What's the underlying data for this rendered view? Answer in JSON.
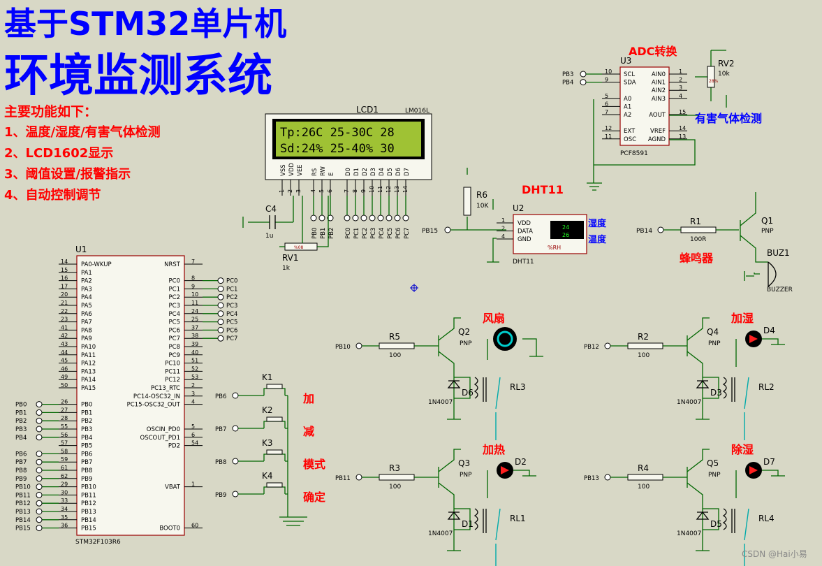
{
  "title": {
    "line1": "基于STM32单片机",
    "line2": "环境监测系统"
  },
  "features": {
    "heading": "主要功能如下：",
    "items": [
      "1、温度/湿度/有害气体检测",
      "2、LCD1602显示",
      "3、阈值设置/报警指示",
      "4、自动控制调节"
    ]
  },
  "lcd": {
    "ref": "LCD1",
    "model": "LM016L",
    "row1": "Tp:26C 25-30C 28",
    "row2": "Sd:24% 25-40% 30",
    "pins": [
      "VSS",
      "VDD",
      "VEE",
      "RS",
      "RW",
      "E",
      "D0",
      "D1",
      "D2",
      "D3",
      "D4",
      "D5",
      "D6",
      "D7"
    ],
    "pin_nums": [
      "1",
      "2",
      "3",
      "4",
      "5",
      "6",
      "7",
      "8",
      "9",
      "10",
      "11",
      "12",
      "13",
      "14"
    ],
    "bus_labels": [
      "PB0",
      "PB1",
      "PB2",
      "PC0",
      "PC1",
      "PC2",
      "PC3",
      "PC4",
      "PC5",
      "PC6",
      "PC7"
    ]
  },
  "c4": {
    "ref": "C4",
    "value": "1u"
  },
  "rv1": {
    "ref": "RV1",
    "value": "1k",
    "pct": "%08"
  },
  "mcu": {
    "ref": "U1",
    "model": "STM32F103R6",
    "left_pins": [
      "PA0-WKUP",
      "PA1",
      "PA2",
      "PA3",
      "PA4",
      "PA5",
      "PA6",
      "PA7",
      "PA8",
      "PA9",
      "PA10",
      "PA11",
      "PA12",
      "PA13",
      "PA14",
      "PA15",
      "",
      "PB0",
      "PB1",
      "PB2",
      "PB3",
      "PB4",
      "PB5",
      "PB6",
      "PB7",
      "PB8",
      "PB9",
      "PB10",
      "PB11",
      "PB12",
      "PB13",
      "PB14",
      "PB15"
    ],
    "left_nums": [
      "14",
      "15",
      "16",
      "17",
      "20",
      "21",
      "22",
      "23",
      "41",
      "42",
      "43",
      "44",
      "45",
      "46",
      "49",
      "50",
      "",
      "26",
      "27",
      "28",
      "55",
      "56",
      "57",
      "58",
      "59",
      "61",
      "62",
      "29",
      "30",
      "33",
      "34",
      "35",
      "36"
    ],
    "right_pins": [
      "NRST",
      "",
      "PC0",
      "PC1",
      "PC2",
      "PC3",
      "PC4",
      "PC5",
      "PC6",
      "PC7",
      "PC8",
      "PC9",
      "PC10",
      "PC11",
      "PC12",
      "PC13_RTC",
      "PC14-OSC32_IN",
      "PC15-OSC32_OUT",
      "",
      "",
      "OSCIN_PD0",
      "OSCOUT_PD1",
      "PD2",
      "",
      "",
      "",
      "",
      "VBAT",
      "",
      "",
      "",
      "",
      "BOOT0"
    ],
    "right_nums": [
      "7",
      "",
      "8",
      "9",
      "10",
      "11",
      "24",
      "25",
      "37",
      "38",
      "39",
      "40",
      "51",
      "52",
      "53",
      "2",
      "3",
      "4",
      "",
      "",
      "5",
      "6",
      "54",
      "",
      "",
      "",
      "",
      "1",
      "",
      "",
      "",
      "",
      "60"
    ],
    "pc_labels": [
      "PC0",
      "PC1",
      "PC2",
      "PC3",
      "PC4",
      "PC5",
      "PC6",
      "PC7"
    ],
    "pb_labels": [
      "PB0",
      "PB1",
      "PB2",
      "PB3",
      "PB4",
      "",
      "PB6",
      "PB7",
      "PB8",
      "PB9",
      "PB10",
      "PB11",
      "PB12",
      "PB13",
      "PB14",
      "PB15"
    ]
  },
  "keys": [
    {
      "ref": "K1",
      "net": "PB6",
      "func": "加"
    },
    {
      "ref": "K2",
      "net": "PB7",
      "func": "减"
    },
    {
      "ref": "K3",
      "net": "PB8",
      "func": "模式"
    },
    {
      "ref": "K4",
      "net": "PB9",
      "func": "确定"
    }
  ],
  "adc": {
    "heading": "ADC转换",
    "ref": "U3",
    "model": "PCF8591",
    "left_pins": [
      "SCL",
      "SDA",
      "",
      "A0",
      "A1",
      "A2",
      "",
      "EXT",
      "OSC"
    ],
    "left_nums": [
      "10",
      "9",
      "",
      "5",
      "6",
      "7",
      "",
      "12",
      "11"
    ],
    "right_pins": [
      "AIN0",
      "AIN1",
      "AIN2",
      "AIN3",
      "",
      "AOUT",
      "",
      "VREF",
      "AGND"
    ],
    "right_nums": [
      "1",
      "2",
      "3",
      "4",
      "",
      "15",
      "",
      "14",
      "13"
    ],
    "nets": [
      "PB3",
      "PB4"
    ],
    "label": "有害气体检测"
  },
  "rv2": {
    "ref": "RV2",
    "value": "10k",
    "pct": "28%"
  },
  "dht": {
    "heading": "DHT11",
    "ref": "U2",
    "model": "DHT11",
    "pins": [
      "VDD",
      "DATA",
      "GND"
    ],
    "pin_nums": [
      "1",
      "2",
      "4"
    ],
    "temp": "24",
    "hum": "26",
    "unit": "%RH",
    "net": "PB15",
    "r_ref": "R6",
    "r_value": "10K",
    "label_temp": "湿度",
    "label_hum": "温度"
  },
  "buzzer": {
    "net": "PB14",
    "r_ref": "R1",
    "r_value": "100R",
    "q_ref": "Q1",
    "q_type": "PNP",
    "ref": "BUZ1",
    "model": "BUZZER",
    "label": "蜂鸣器"
  },
  "channels": [
    {
      "net": "PB10",
      "r_ref": "R5",
      "r_value": "100",
      "q_ref": "Q2",
      "q_type": "PNP",
      "d_ref": "D6",
      "d_model": "1N4007",
      "rl_ref": "RL3",
      "load_label": "风扇",
      "load_ref": ""
    },
    {
      "net": "PB12",
      "r_ref": "R2",
      "r_value": "100",
      "q_ref": "Q4",
      "q_type": "PNP",
      "d_ref": "D3",
      "d_model": "1N4007",
      "rl_ref": "RL2",
      "load_label": "加湿",
      "load_ref": "D4"
    },
    {
      "net": "PB11",
      "r_ref": "R3",
      "r_value": "100",
      "q_ref": "Q3",
      "q_type": "PNP",
      "d_ref": "D1",
      "d_model": "1N4007",
      "rl_ref": "RL1",
      "load_label": "加热",
      "load_ref": "D2"
    },
    {
      "net": "PB13",
      "r_ref": "R4",
      "r_value": "100",
      "q_ref": "Q5",
      "q_type": "PNP",
      "d_ref": "D5",
      "d_model": "1N4007",
      "rl_ref": "RL4",
      "load_label": "除湿",
      "load_ref": "D7"
    }
  ],
  "watermark": "CSDN @Hai小易",
  "colors": {
    "title": "#0000ff",
    "accent": "#ff0000",
    "wire": "#006600",
    "background": "#d8d8c6",
    "lcd": "#9fc234"
  }
}
